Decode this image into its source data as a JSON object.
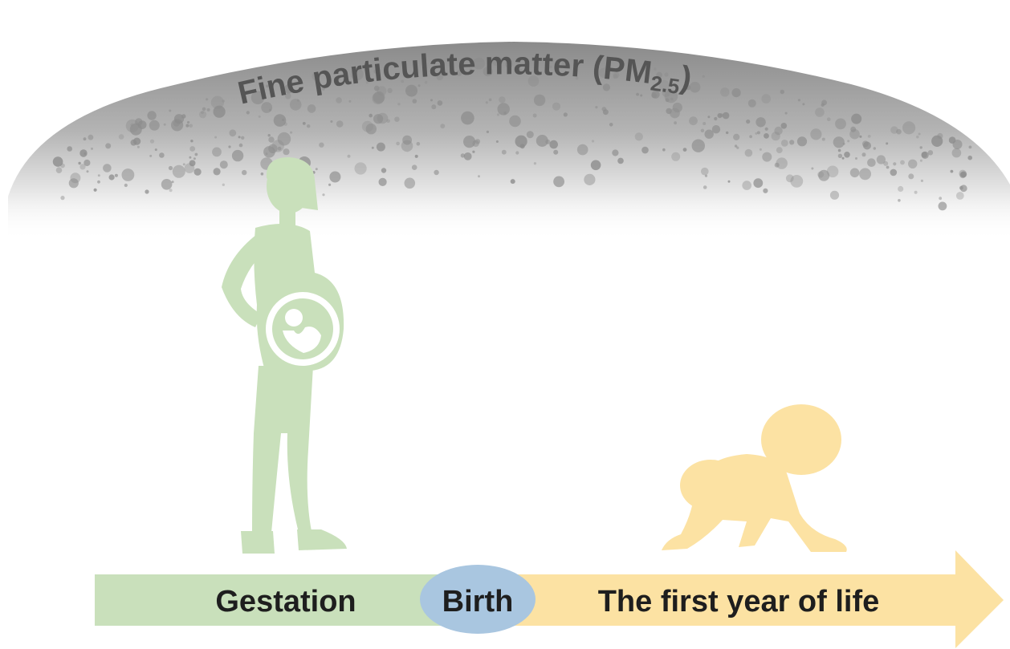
{
  "title": {
    "main": "Fine particulate matter (PM",
    "subscript": "2.5",
    "close": ")"
  },
  "timeline": {
    "gestation": "Gestation",
    "birth": "Birth",
    "first_year": "The first year of life"
  },
  "colors": {
    "haze_dark": "#7a7a7a",
    "particle": "#8c8c8c",
    "gestation": "#c9e0bb",
    "birth": "#a9c6e0",
    "first_year": "#fce2a3",
    "mother": "#c9e0bb",
    "baby": "#fce2a3",
    "text": "#1e1e1e",
    "title_text": "#555555"
  },
  "icons": {
    "mother": "pregnant-woman-icon",
    "fetus": "fetus-icon",
    "baby": "crawling-baby-icon"
  }
}
